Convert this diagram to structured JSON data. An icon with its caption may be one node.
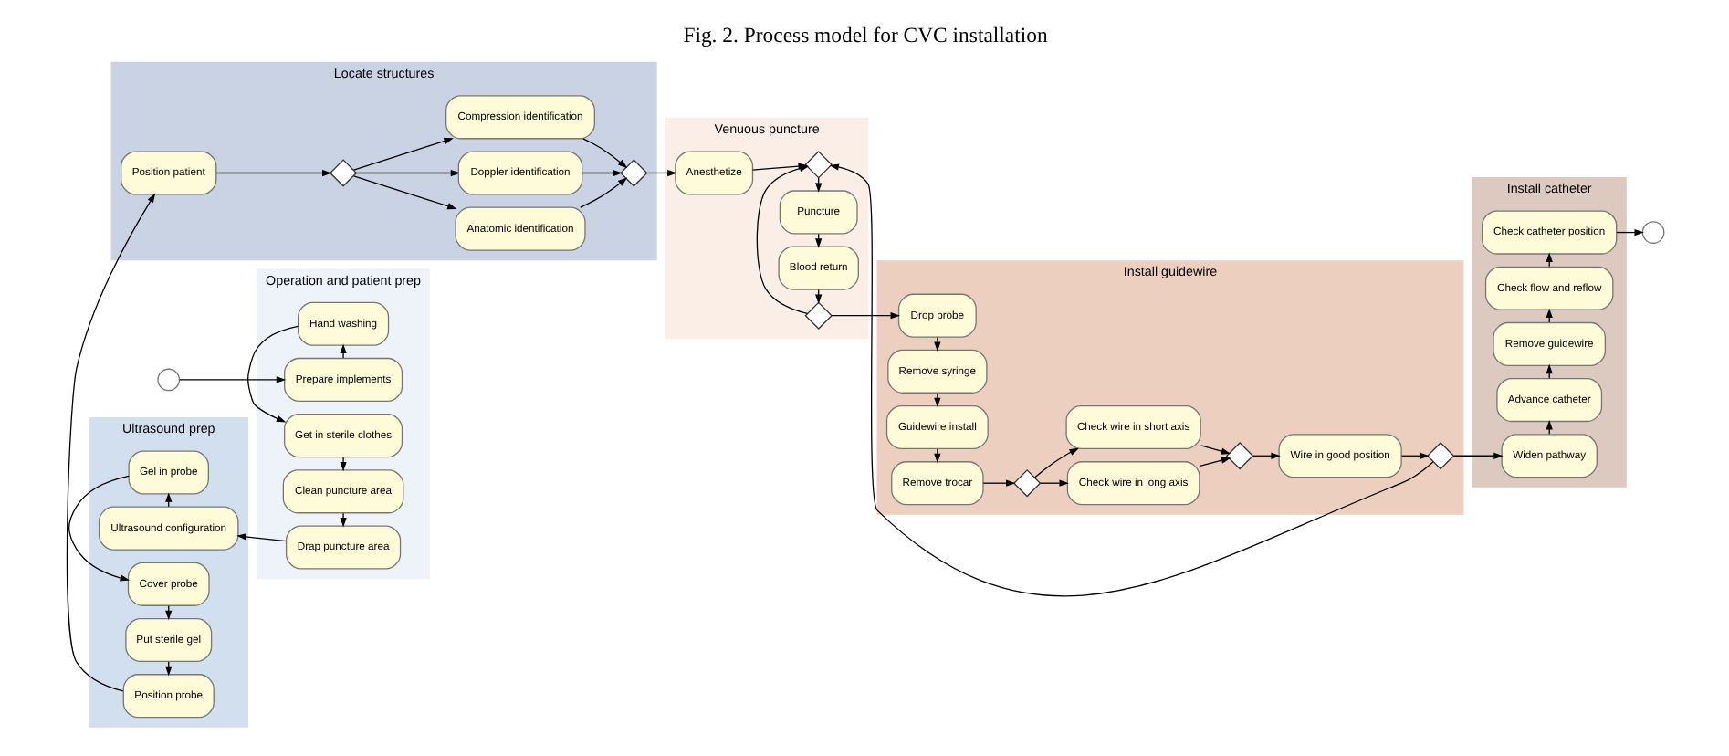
{
  "diagram": {
    "title": "Fig. 2. Process model for CVC installation",
    "nodes": [
      {
        "text": [],
        "shape": "circle"
      },
      {
        "text": [
          "Operation and patient prep"
        ]
      },
      {
        "text": [
          "Prepare implements"
        ],
        "in": 1
      },
      {
        "text": [
          "Hand washing"
        ],
        "in": 1
      },
      {
        "text": [
          "Get in sterile clothes"
        ],
        "in": 1
      },
      {
        "text": [
          "Clean puncture area"
        ],
        "in": 1
      },
      {
        "text": [
          "Drap puncture area"
        ],
        "in": 1
      },
      {
        "text": [
          "Ultrasound prep"
        ]
      },
      {
        "text": [
          "Ultrasound configuration"
        ],
        "in": 7
      },
      {
        "text": [
          "Gel in probe"
        ],
        "in": 7
      },
      {
        "text": [
          "Cover probe"
        ],
        "in": 7
      },
      {
        "text": [
          "Put sterile gel"
        ],
        "in": 7
      },
      {
        "text": [
          "Position probe"
        ],
        "in": 7
      },
      {
        "text": [
          "Locate structures"
        ]
      },
      {
        "text": [
          "Position patient"
        ],
        "in": 13
      },
      {
        "text": [],
        "shape": "diamond",
        "in": 13
      },
      {
        "text": [
          "Anatomic identification"
        ],
        "in": 13
      },
      {
        "text": [
          "Doppler identification"
        ],
        "in": 13
      },
      {
        "text": [
          "Compression identification"
        ],
        "in": 13
      },
      {
        "text": [],
        "shape": "diamond",
        "in": 13
      },
      {
        "text": [
          "Venuous puncture"
        ]
      },
      {
        "text": [
          "Anesthetize"
        ],
        "in": 20
      },
      {
        "text": [],
        "shape": "diamond",
        "in": 20
      },
      {
        "text": [
          "Puncture"
        ],
        "in": 20
      },
      {
        "text": [
          "Blood return"
        ],
        "in": 20
      },
      {
        "text": [],
        "shape": "diamond",
        "in": 20
      },
      {
        "text": [
          "Install guidewire"
        ]
      },
      {
        "text": [
          "Drop probe"
        ],
        "in": 26
      },
      {
        "text": [
          "Remove syringe"
        ],
        "in": 26
      },
      {
        "text": [
          "Guidewire install"
        ],
        "in": 26
      },
      {
        "text": [
          "Remove trocar"
        ],
        "in": 26
      },
      {
        "text": [],
        "shape": "diamond",
        "in": 26
      },
      {
        "text": [
          "Check wire in long axis"
        ],
        "in": 26
      },
      {
        "text": [
          "Check wire in short axis"
        ],
        "in": 26
      },
      {
        "text": [],
        "shape": "diamond",
        "in": 26
      },
      {
        "text": [
          "Wire in good position"
        ],
        "in": 26
      },
      {
        "text": [],
        "shape": "diamond",
        "in": 26
      },
      {
        "text": [
          "Install catheter"
        ]
      },
      {
        "text": [
          "Check catheter position"
        ],
        "in": 37
      },
      {
        "text": [
          "Check flow and reflow"
        ],
        "in": 37
      },
      {
        "text": [
          "Remove guidewire"
        ],
        "in": 37
      },
      {
        "text": [
          "Advance catheter"
        ],
        "in": 37
      },
      {
        "text": [
          "Widen pathway"
        ],
        "in": 37
      },
      {
        "text": [],
        "shape": "circle"
      }
    ],
    "edges": [
      {
        "from": 0,
        "to": 2,
        "arrow": "to"
      },
      {
        "from": 2,
        "to": 3,
        "arrow": "to"
      },
      {
        "from": 3,
        "to": 4,
        "arrow": "to"
      },
      {
        "from": 4,
        "to": 5,
        "arrow": "to"
      },
      {
        "from": 5,
        "to": 6,
        "arrow": "to"
      },
      {
        "from": 6,
        "to": 8,
        "arrow": "to"
      },
      {
        "from": 8,
        "to": 9,
        "arrow": "to"
      },
      {
        "from": 9,
        "to": 10,
        "arrow": "to"
      },
      {
        "from": 10,
        "to": 11,
        "arrow": "to"
      },
      {
        "from": 11,
        "to": 12,
        "arrow": "to"
      },
      {
        "from": 12,
        "to": 14,
        "arrow": "to"
      },
      {
        "from": 14,
        "to": 15,
        "arrow": "to"
      },
      {
        "from": 15,
        "to": 16,
        "arrow": "to"
      },
      {
        "from": 15,
        "to": 17,
        "arrow": "to"
      },
      {
        "from": 15,
        "to": 18,
        "arrow": "to"
      },
      {
        "from": 16,
        "to": 19,
        "arrow": "to"
      },
      {
        "from": 17,
        "to": 19,
        "arrow": "to"
      },
      {
        "from": 18,
        "to": 19,
        "arrow": "to"
      },
      {
        "from": 19,
        "to": 21,
        "arrow": "to"
      },
      {
        "from": 21,
        "to": 22,
        "arrow": "to"
      },
      {
        "from": 22,
        "to": 23,
        "arrow": "to"
      },
      {
        "from": 23,
        "to": 24,
        "arrow": "to"
      },
      {
        "from": 24,
        "to": 25,
        "arrow": "to"
      },
      {
        "from": 25,
        "to": 22,
        "arrow": "to"
      },
      {
        "from": 25,
        "to": 27,
        "arrow": "to"
      },
      {
        "from": 27,
        "to": 28,
        "arrow": "to"
      },
      {
        "from": 28,
        "to": 29,
        "arrow": "to"
      },
      {
        "from": 29,
        "to": 30,
        "arrow": "to"
      },
      {
        "from": 30,
        "to": 31,
        "arrow": "to"
      },
      {
        "from": 31,
        "to": 32,
        "arrow": "to"
      },
      {
        "from": 31,
        "to": 33,
        "arrow": "to"
      },
      {
        "from": 32,
        "to": 34,
        "arrow": "to"
      },
      {
        "from": 33,
        "to": 34,
        "arrow": "to"
      },
      {
        "from": 34,
        "to": 35,
        "arrow": "to"
      },
      {
        "from": 35,
        "to": 36,
        "arrow": "to"
      },
      {
        "from": 36,
        "to": 22,
        "arrow": "to"
      },
      {
        "from": 36,
        "to": 42,
        "arrow": "to"
      },
      {
        "from": 42,
        "to": 41,
        "arrow": "to"
      },
      {
        "from": 41,
        "to": 40,
        "arrow": "to"
      },
      {
        "from": 40,
        "to": 39,
        "arrow": "to"
      },
      {
        "from": 39,
        "to": 38,
        "arrow": "to"
      },
      {
        "from": 38,
        "to": 43,
        "arrow": "to"
      }
    ]
  }
}
